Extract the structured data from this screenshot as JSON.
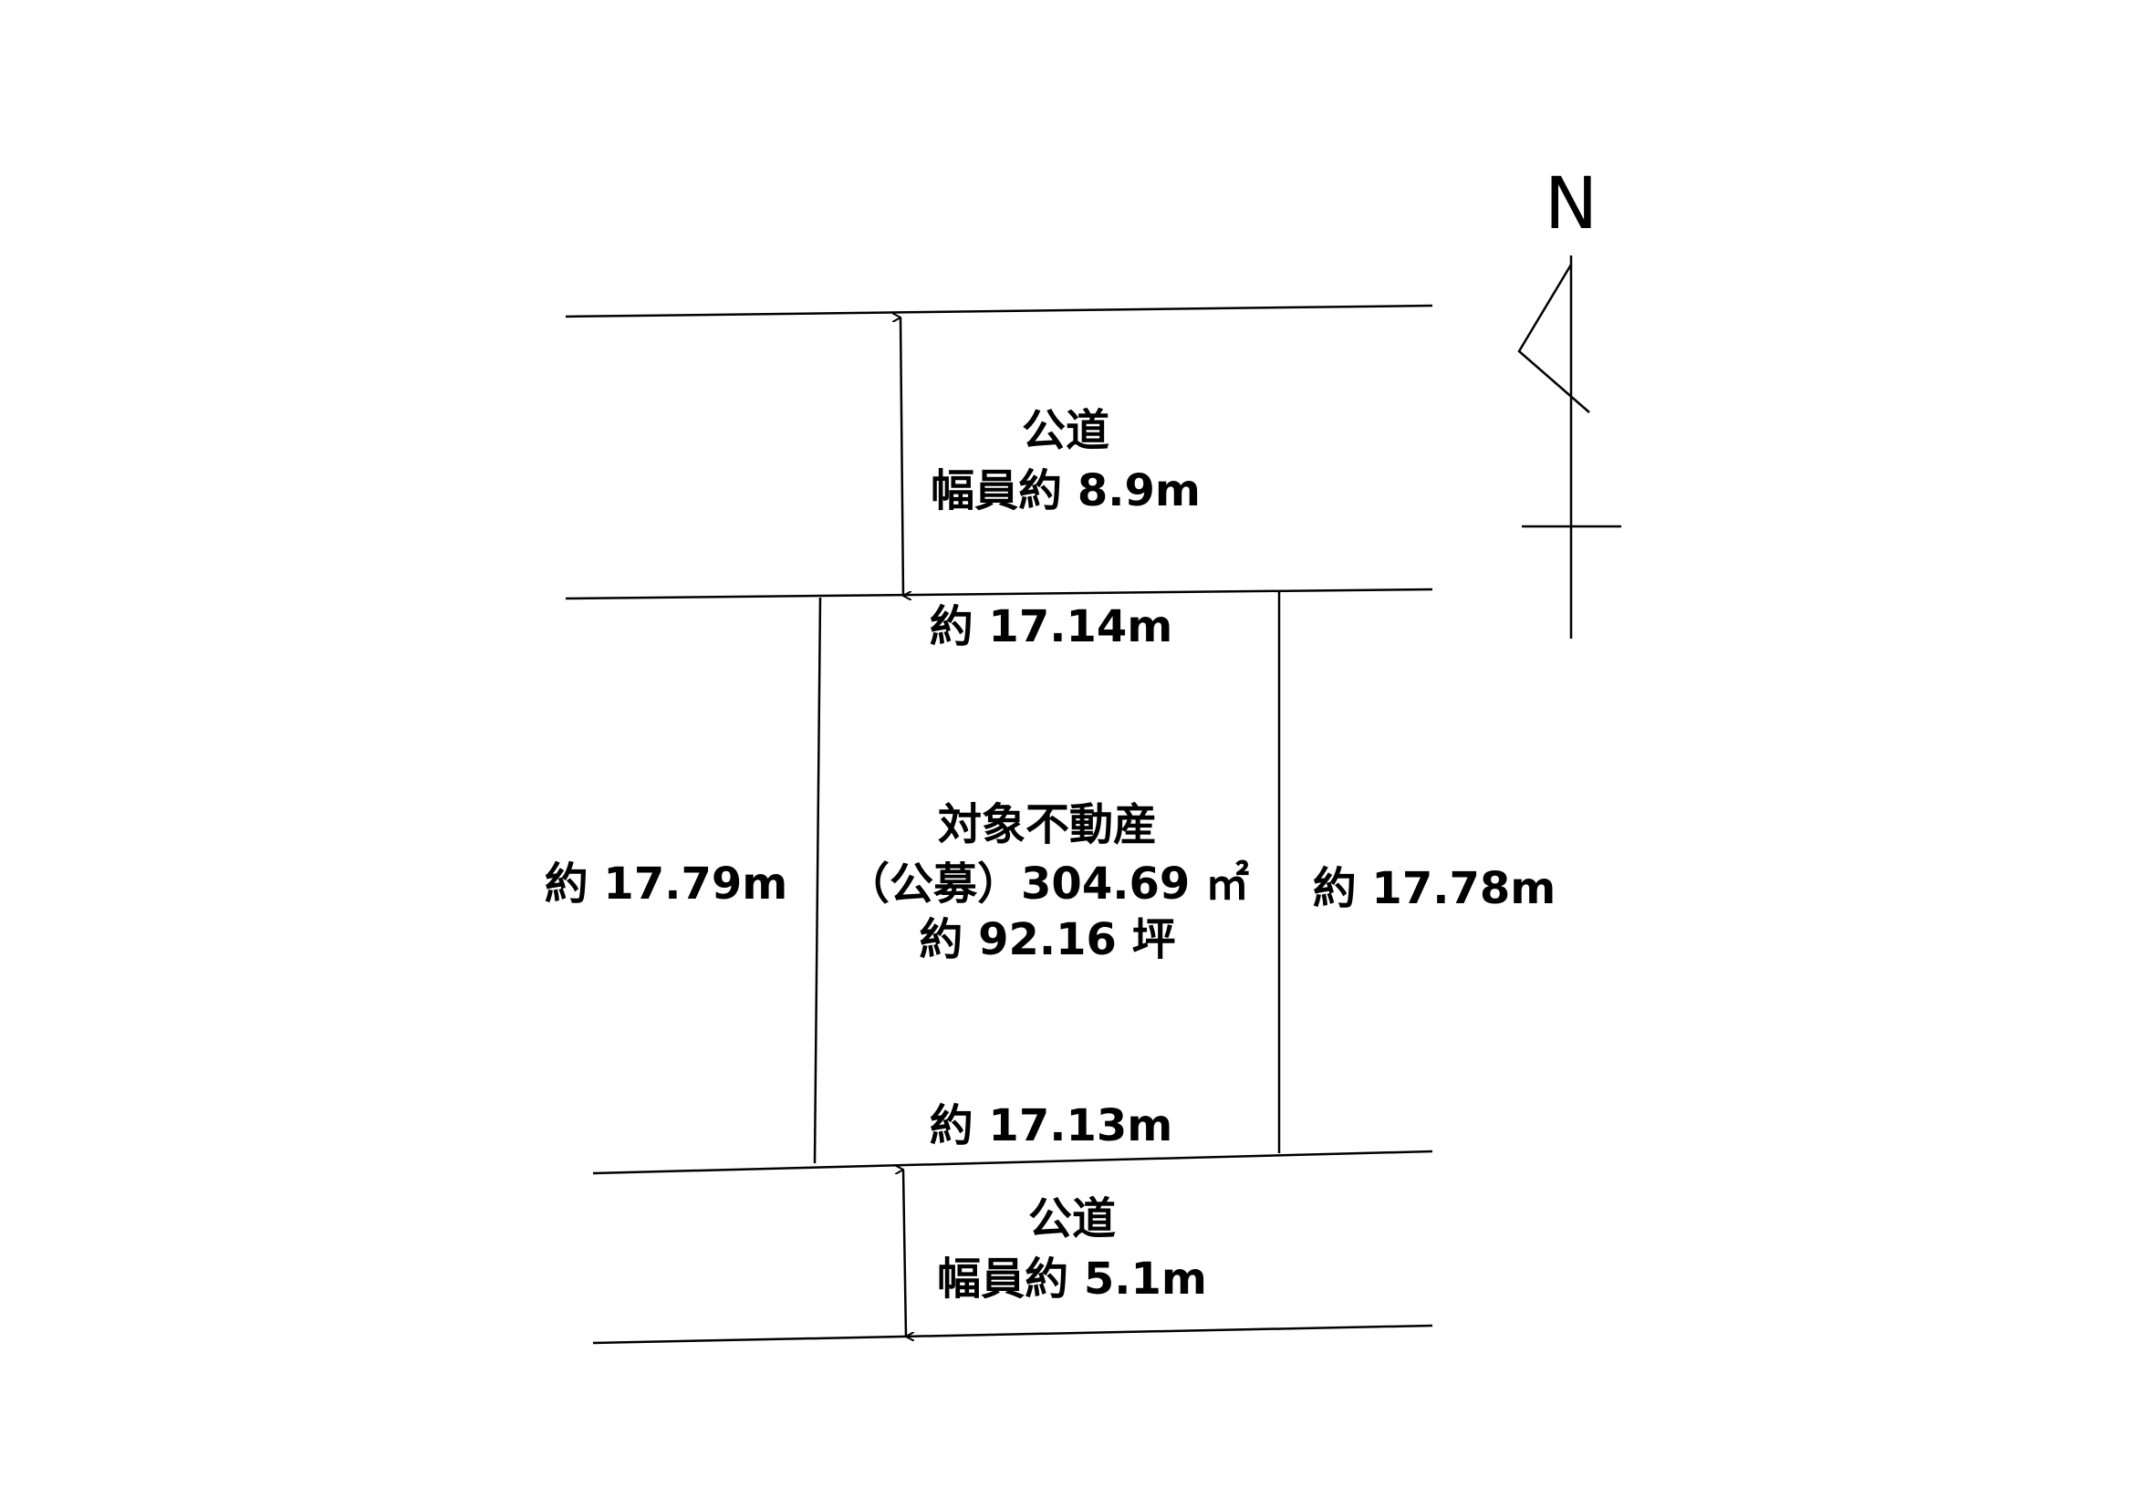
{
  "north_road": {
    "name": "公道",
    "width": "幅員約 8.9m"
  },
  "south_road": {
    "name": "公道",
    "width": "幅員約 5.1m"
  },
  "property": {
    "title": "対象不動産",
    "area_sqm": "（公募）304.69 ㎡",
    "area_tsubo": "約 92.16 坪"
  },
  "dimensions": {
    "north_side": "約 17.14m",
    "south_side": "約 17.13m",
    "west_side": "約 17.79m",
    "east_side": "約 17.78m"
  },
  "north_arrow": {
    "label": "N"
  }
}
